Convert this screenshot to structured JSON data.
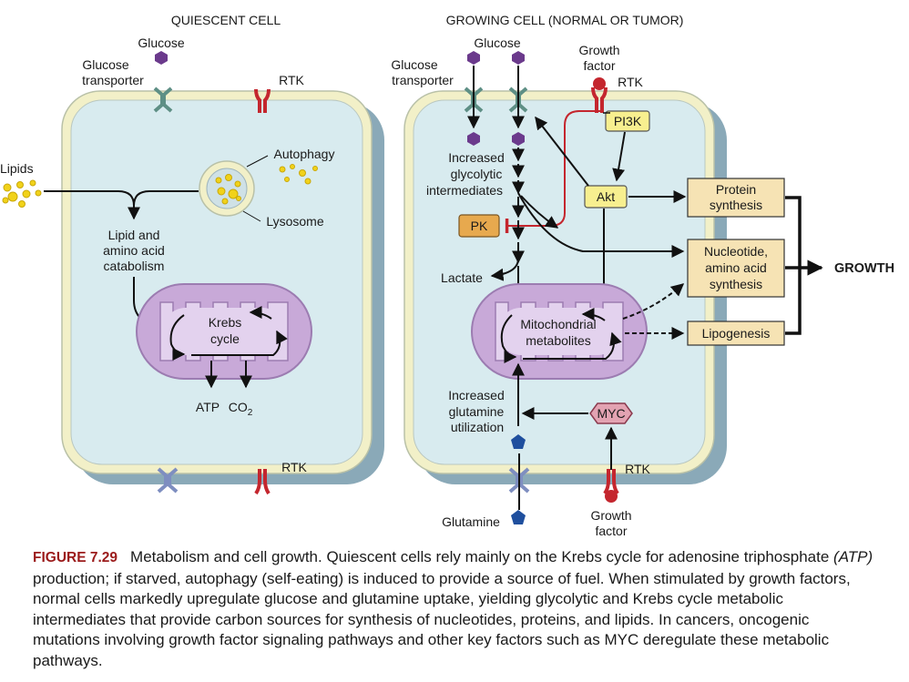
{
  "left_panel": {
    "title": "QUIESCENT CELL",
    "glucose": "Glucose",
    "glucose_transporter": [
      "Glucose",
      "transporter"
    ],
    "rtk_top": "RTK",
    "rtk_bottom": "RTK",
    "lipids": "Lipids",
    "autophagy": "Autophagy",
    "lysosome": "Lysosome",
    "catabolism": [
      "Lipid and",
      "amino acid",
      "catabolism"
    ],
    "krebs": [
      "Krebs",
      "cycle"
    ],
    "atp": "ATP",
    "co2_base": "CO",
    "co2_sub": "2"
  },
  "right_panel": {
    "title": "GROWING CELL (NORMAL OR TUMOR)",
    "glucose": "Glucose",
    "glucose_transporter": [
      "Glucose",
      "transporter"
    ],
    "growth_factor_top": [
      "Growth",
      "factor"
    ],
    "rtk_top": "RTK",
    "pi3k": "PI3K",
    "akt": "Akt",
    "glycolytic": [
      "Increased",
      "glycolytic",
      "intermediates"
    ],
    "pk": "PK",
    "lactate": "Lactate",
    "mito": [
      "Mitochondrial",
      "metabolites"
    ],
    "glutamine_util": [
      "Increased",
      "glutamine",
      "utilization"
    ],
    "myc": "MYC",
    "rtk_bottom": "RTK",
    "glutamine": "Glutamine",
    "growth_factor_bottom": [
      "Growth",
      "factor"
    ],
    "protein_synthesis": [
      "Protein",
      "synthesis"
    ],
    "nucleotide_synthesis": [
      "Nucleotide,",
      "amino acid",
      "synthesis"
    ],
    "lipogenesis": "Lipogenesis",
    "growth": "GROWTH"
  },
  "caption": {
    "label": "FIGURE 7.29",
    "part1": "Metabolism and cell growth. Quiescent cells rely mainly on the Krebs cycle for adenosine triphosphate ",
    "atp_italic": "(ATP)",
    "part2": " production; if starved, autophagy (self-eating) is induced to provide a source of fuel. When stimulated by growth factors, normal cells markedly upregulate glucose and glutamine uptake, yielding glycolytic and Krebs cycle metabolic intermediates that provide carbon sources for synthesis of nucleotides, proteins, and lipids. In cancers, oncogenic mutations involving growth factor signaling pathways and other key factors such as MYC deregulate these metabolic pathways."
  },
  "colors": {
    "cell_fill": "#d8ebef",
    "membrane": "#f2f0c8",
    "cell_shadow": "#8aa9b8",
    "mito_fill": "#c8a9d8",
    "mito_inner": "#e3d2ee",
    "glucose_purple": "#6b3a8c",
    "glutamine_blue": "#1f4f9e",
    "rtk_red": "#c4262e",
    "box_fill": "#f6e3b4",
    "pk_fill": "#e7a94e",
    "pi3k_fill": "#f7ef8f",
    "myc_fill": "#e3a3b2",
    "inhibit_red": "#c4262e",
    "caption_label": "#9b1b1b"
  }
}
